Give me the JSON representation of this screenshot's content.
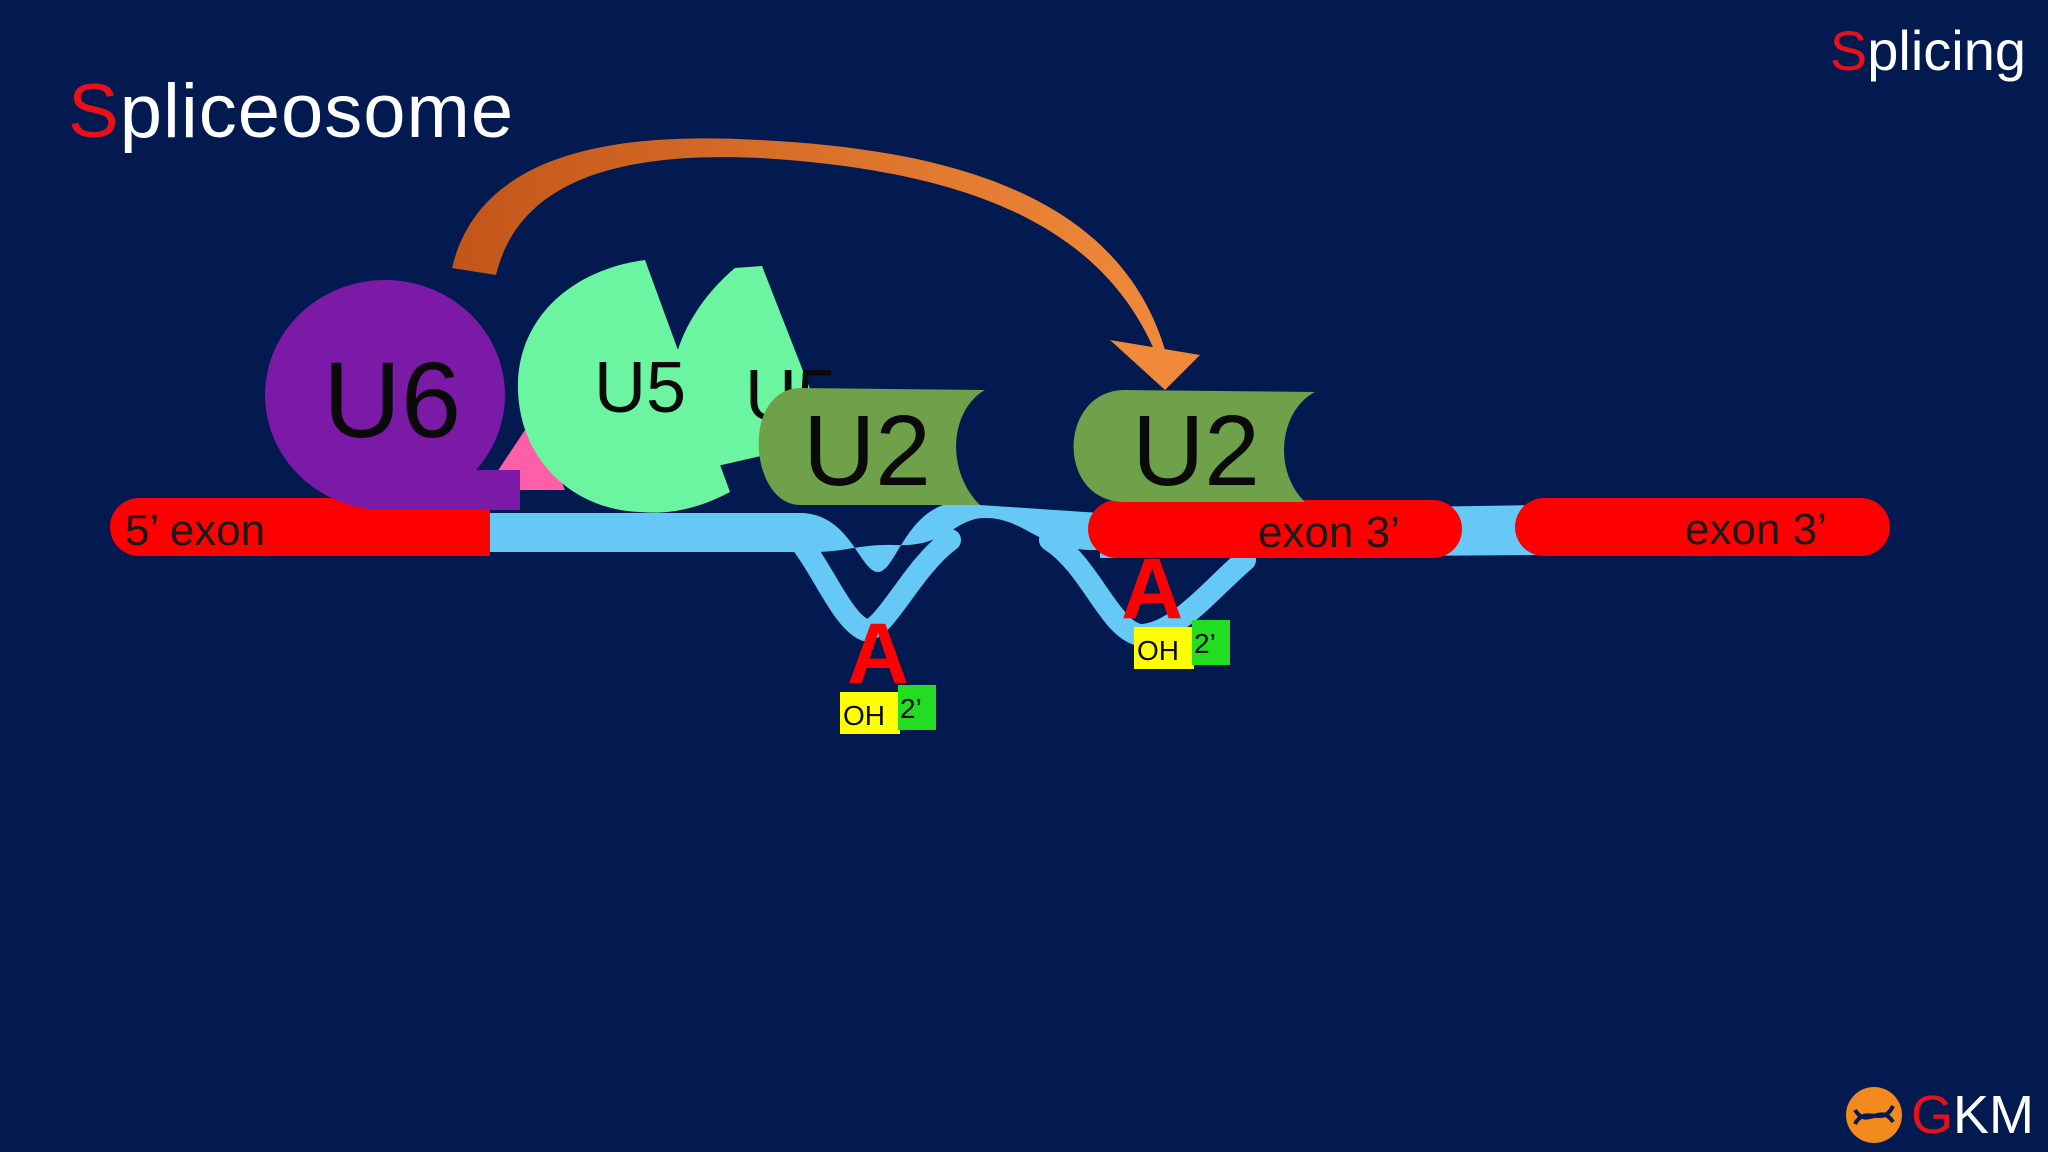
{
  "header": {
    "title_initial": "S",
    "title_rest": "pliceosome",
    "section_initial": "S",
    "section_rest": "plicing"
  },
  "diagram": {
    "u6_label": "U6",
    "u5_label": "U5",
    "u5_partial_label": "U5",
    "u2_left_label": "U2",
    "u2_right_label": "U2",
    "exon_5_label": "5’  exon",
    "exon_3_mid_label": "exon  3’",
    "exon_3_right_label": "exon  3’",
    "adenine_label": "A",
    "oh_label": "OH",
    "two_prime_label": "2’",
    "colors": {
      "background": "#021a4f",
      "exon": "#ff0000",
      "intron": "#66c8f5",
      "u6": "#7a1aa6",
      "u5": "#6cf5a0",
      "u2": "#6fa14b",
      "arrow": "#e8722a",
      "oh": "#ffff00",
      "two_prime": "#22dd22"
    }
  },
  "logo": {
    "initial": "G",
    "rest": "KM",
    "icon": "dna-orange-logo-icon"
  }
}
